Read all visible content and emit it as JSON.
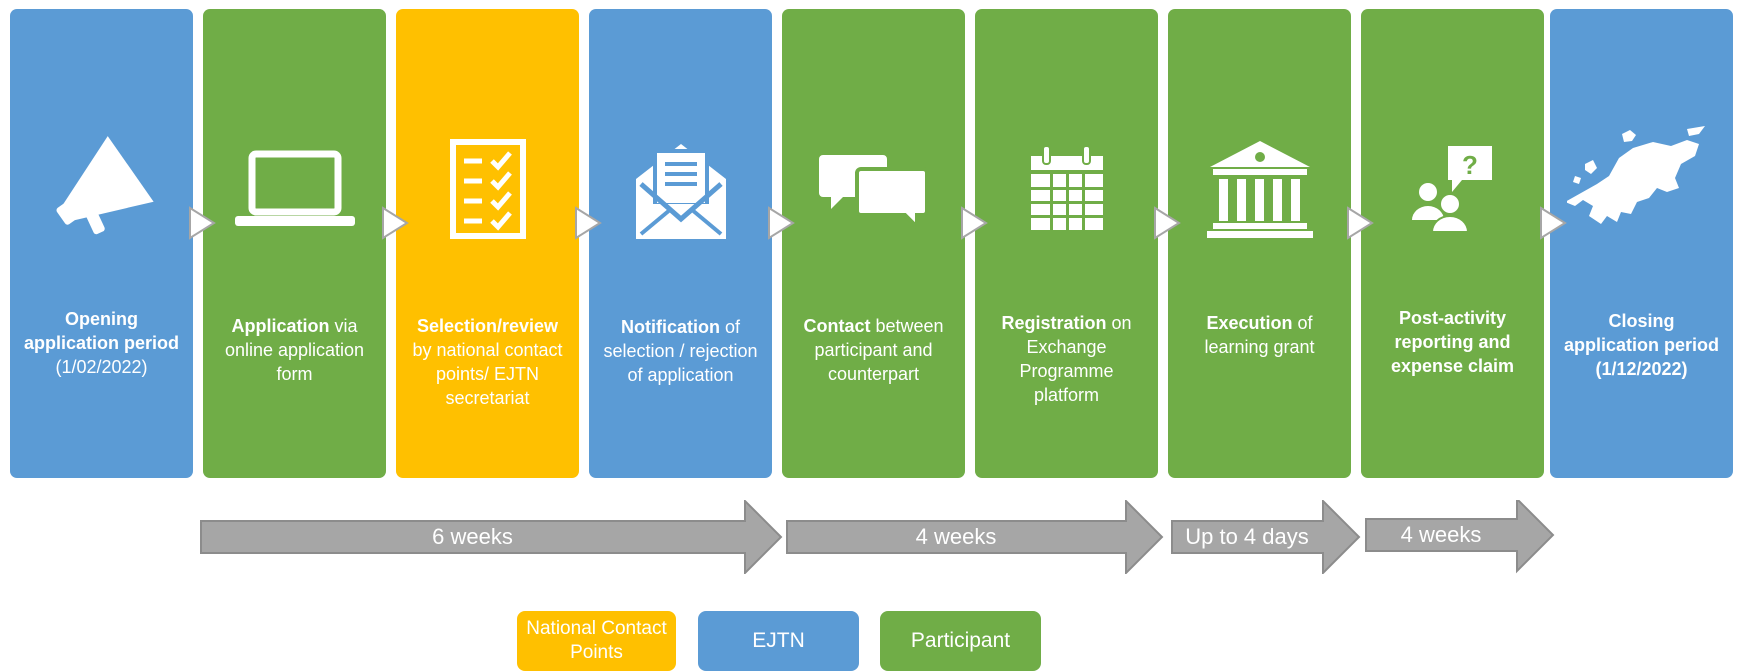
{
  "colors": {
    "ejtn_blue": "#5b9bd5",
    "participant_green": "#70ad47",
    "ncp_yellow": "#ffc000",
    "duration_gray": "#a6a6a6"
  },
  "steps": [
    {
      "bold": "Opening application period",
      "rest": "(1/02/2022)",
      "icon": "megaphone-icon",
      "color": "blue"
    },
    {
      "bold": "Application",
      "rest": " via online application form",
      "icon": "laptop-icon",
      "color": "green"
    },
    {
      "bold": "Selection/review",
      "rest": " by national contact points/ EJTN secretariat",
      "icon": "checklist-icon",
      "color": "yellow"
    },
    {
      "bold": "Notification",
      "rest": " of selection / rejection of application",
      "icon": "envelope-icon",
      "color": "blue"
    },
    {
      "bold": "Contact",
      "rest": " between participant and counterpart",
      "icon": "chat-bubbles-icon",
      "color": "green"
    },
    {
      "bold": "Registration",
      "rest": " on Exchange Programme platform",
      "icon": "calendar-icon",
      "color": "green"
    },
    {
      "bold": "Execution",
      "rest": " of learning grant",
      "icon": "institution-building-icon",
      "color": "green"
    },
    {
      "bold": "Post-activity reporting and expense claim",
      "rest": "",
      "icon": "people-question-icon",
      "color": "green"
    },
    {
      "bold": "Closing application period (1/12/2022)",
      "rest": "",
      "icon": "europe-map-icon",
      "color": "blue"
    }
  ],
  "durations": [
    "6 weeks",
    "4 weeks",
    "Up to 4 days",
    "4 weeks"
  ],
  "legend": {
    "ncp": "National Contact Points",
    "ejtn": "EJTN",
    "participant": "Participant"
  }
}
